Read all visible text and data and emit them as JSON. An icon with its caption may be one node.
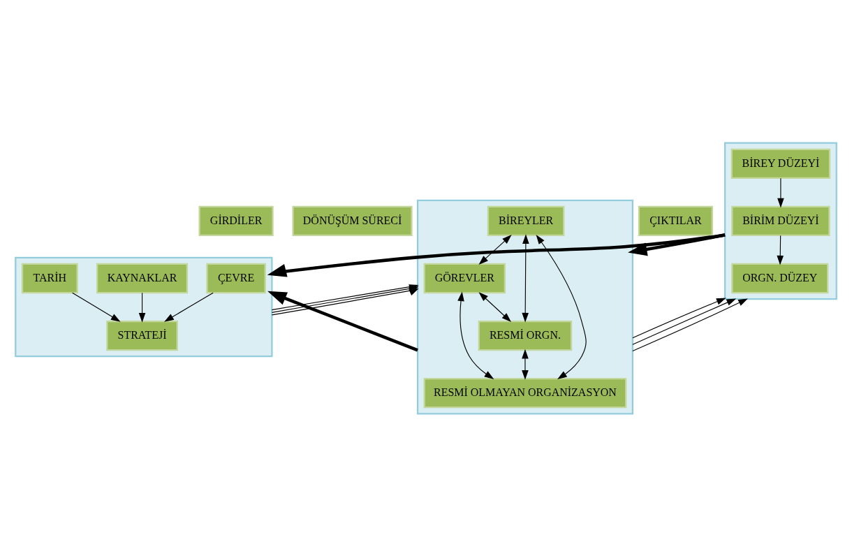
{
  "diagram": {
    "nodes": [
      {
        "text": [
          "GİRDİLER"
        ]
      },
      {
        "text": [
          "DÖNÜŞÜM SÜRECİ"
        ]
      },
      {
        "text": [
          "ÇIKTILAR"
        ]
      },
      {
        "text": [],
        "shape": "box"
      },
      {
        "text": [
          "ÇEVRE"
        ],
        "in": 3
      },
      {
        "text": [
          "KAYNAKLAR"
        ],
        "in": 3
      },
      {
        "text": [
          "STRATEJİ"
        ],
        "in": 3
      },
      {
        "text": [
          "TARİH"
        ],
        "in": 3
      },
      {
        "text": [],
        "shape": "box"
      },
      {
        "text": [
          "GÖREVLER"
        ],
        "in": 8
      },
      {
        "text": [
          "BİREYLER"
        ],
        "in": 8
      },
      {
        "text": [
          "RESMİ ORGN."
        ],
        "in": 8
      },
      {
        "text": [
          "RESMİ OLMAYAN ORGANİZASYON"
        ],
        "in": 8
      },
      {
        "text": [],
        "shape": "box"
      },
      {
        "text": [
          "ORGN. DÜZEY"
        ],
        "in": 13
      },
      {
        "text": [
          "BİRİM DÜZEYİ"
        ],
        "in": 13
      },
      {
        "text": [
          "BİREY DÜZEYİ"
        ],
        "in": 13
      }
    ],
    "edges": [
      {
        "from": 4,
        "to": 6,
        "arrow": "to"
      },
      {
        "from": 5,
        "to": 6,
        "arrow": "to"
      },
      {
        "from": 7,
        "to": 6,
        "arrow": "to"
      },
      {
        "from": 3,
        "to": 8,
        "arrow": "to"
      },
      {
        "from": 3,
        "to": 8,
        "arrow": "to"
      },
      {
        "from": 3,
        "to": 8,
        "arrow": "to"
      },
      {
        "from": 10,
        "to": 9,
        "arrow": "both"
      },
      {
        "from": 9,
        "to": 11,
        "arrow": "both"
      },
      {
        "from": 9,
        "to": 12,
        "arrow": "both"
      },
      {
        "from": 10,
        "to": 11,
        "arrow": "both"
      },
      {
        "from": 10,
        "to": 12,
        "arrow": "both"
      },
      {
        "from": 11,
        "to": 12,
        "arrow": "both"
      },
      {
        "from": 8,
        "to": 13,
        "arrow": "to"
      },
      {
        "from": 8,
        "to": 13,
        "arrow": "to"
      },
      {
        "from": 8,
        "to": 13,
        "arrow": "to"
      },
      {
        "from": 16,
        "to": 15,
        "arrow": "to"
      },
      {
        "from": 15,
        "to": 14,
        "arrow": "to"
      },
      {
        "from": 8,
        "to": 3,
        "arrow": "to",
        "style": "thick"
      },
      {
        "from": 13,
        "to": 8,
        "arrow": "to",
        "style": "thick"
      },
      {
        "from": 13,
        "to": 3,
        "arrow": "to",
        "style": "thick"
      }
    ]
  }
}
